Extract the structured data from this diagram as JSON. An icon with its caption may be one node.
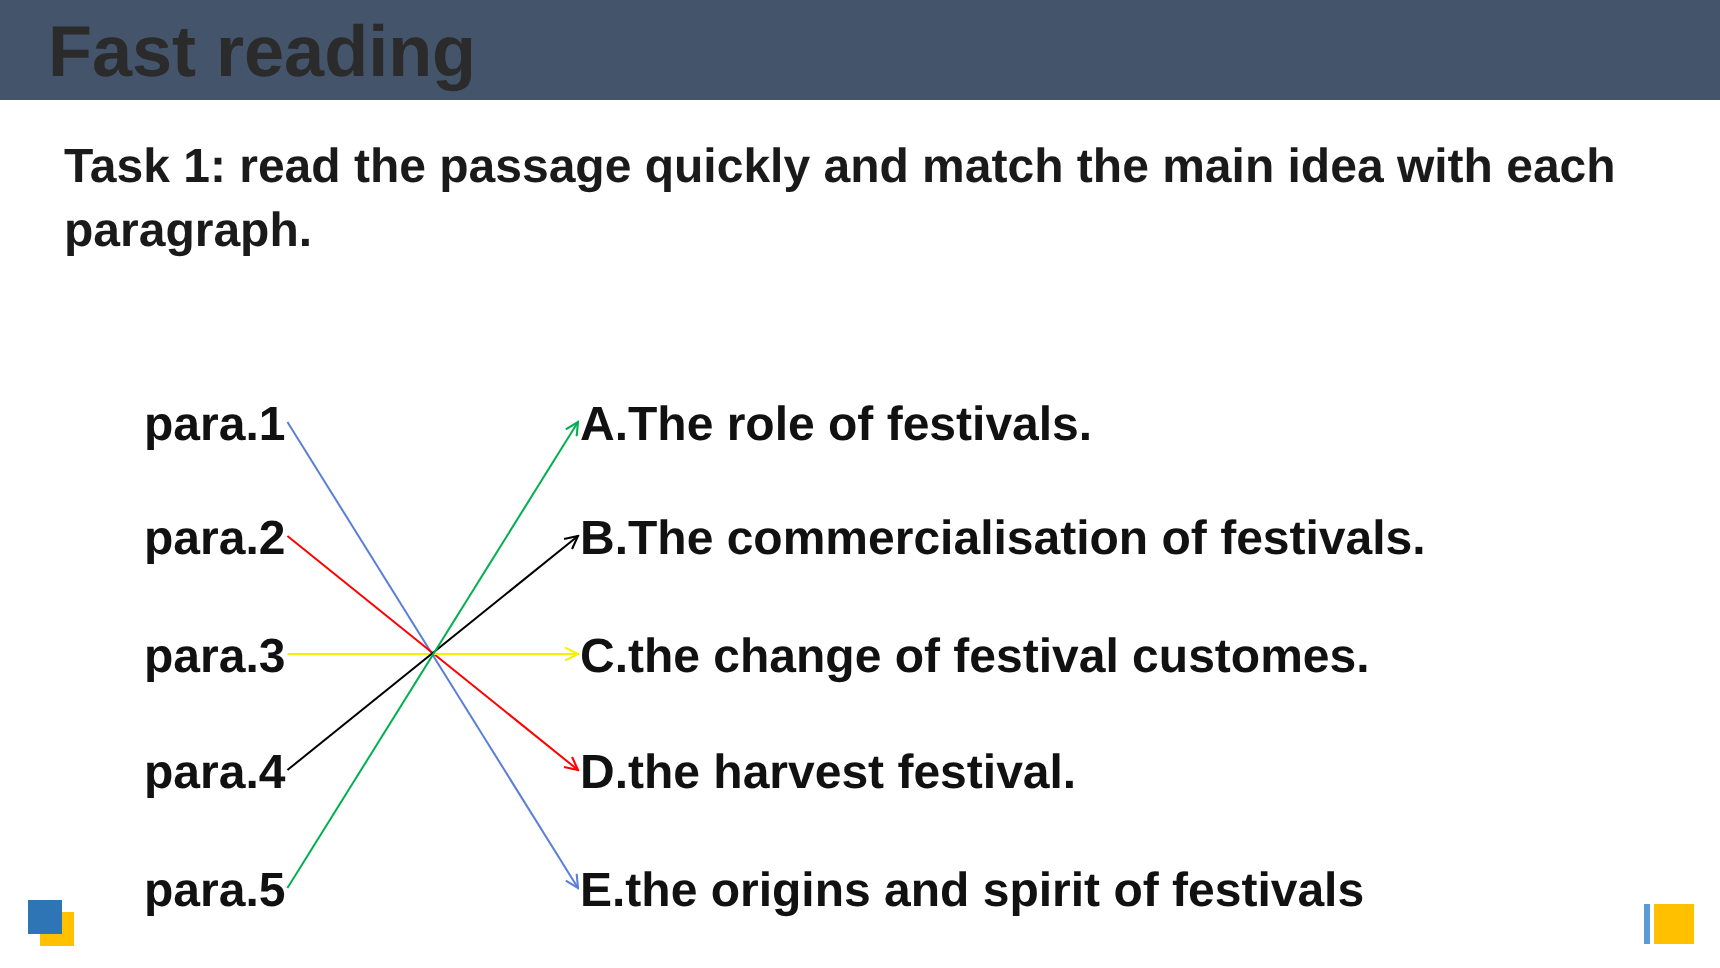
{
  "diagram": {
    "title": "Fast reading",
    "nodes": [
      {
        "text": [
          "para.1"
        ]
      },
      {
        "text": [
          "para.2"
        ]
      },
      {
        "text": [
          "para.3"
        ]
      },
      {
        "text": [
          "para.4"
        ]
      },
      {
        "text": [
          "para.5"
        ]
      },
      {
        "text": [
          "A.The role of festivals."
        ]
      },
      {
        "text": [
          "B.The commercialisation of festivals."
        ]
      },
      {
        "text": [
          "C.the change of festival customes."
        ]
      },
      {
        "text": [
          "D.the harvest festival."
        ]
      },
      {
        "text": [
          "E.the origins and spirit of festivals"
        ]
      }
    ],
    "edges": [
      {
        "from": 0,
        "to": 9,
        "arrow": "to",
        "color": "#5b7fd6"
      },
      {
        "from": 1,
        "to": 8,
        "arrow": "to",
        "color": "#ff0000"
      },
      {
        "from": 2,
        "to": 7,
        "arrow": "to",
        "color": "#f2f200"
      },
      {
        "from": 3,
        "to": 6,
        "arrow": "to",
        "color": "#000000"
      },
      {
        "from": 4,
        "to": 5,
        "arrow": "to",
        "color": "#00b050"
      }
    ],
    "labels": [
      "Task 1: read the passage quickly and match the main idea with each paragraph."
    ]
  }
}
